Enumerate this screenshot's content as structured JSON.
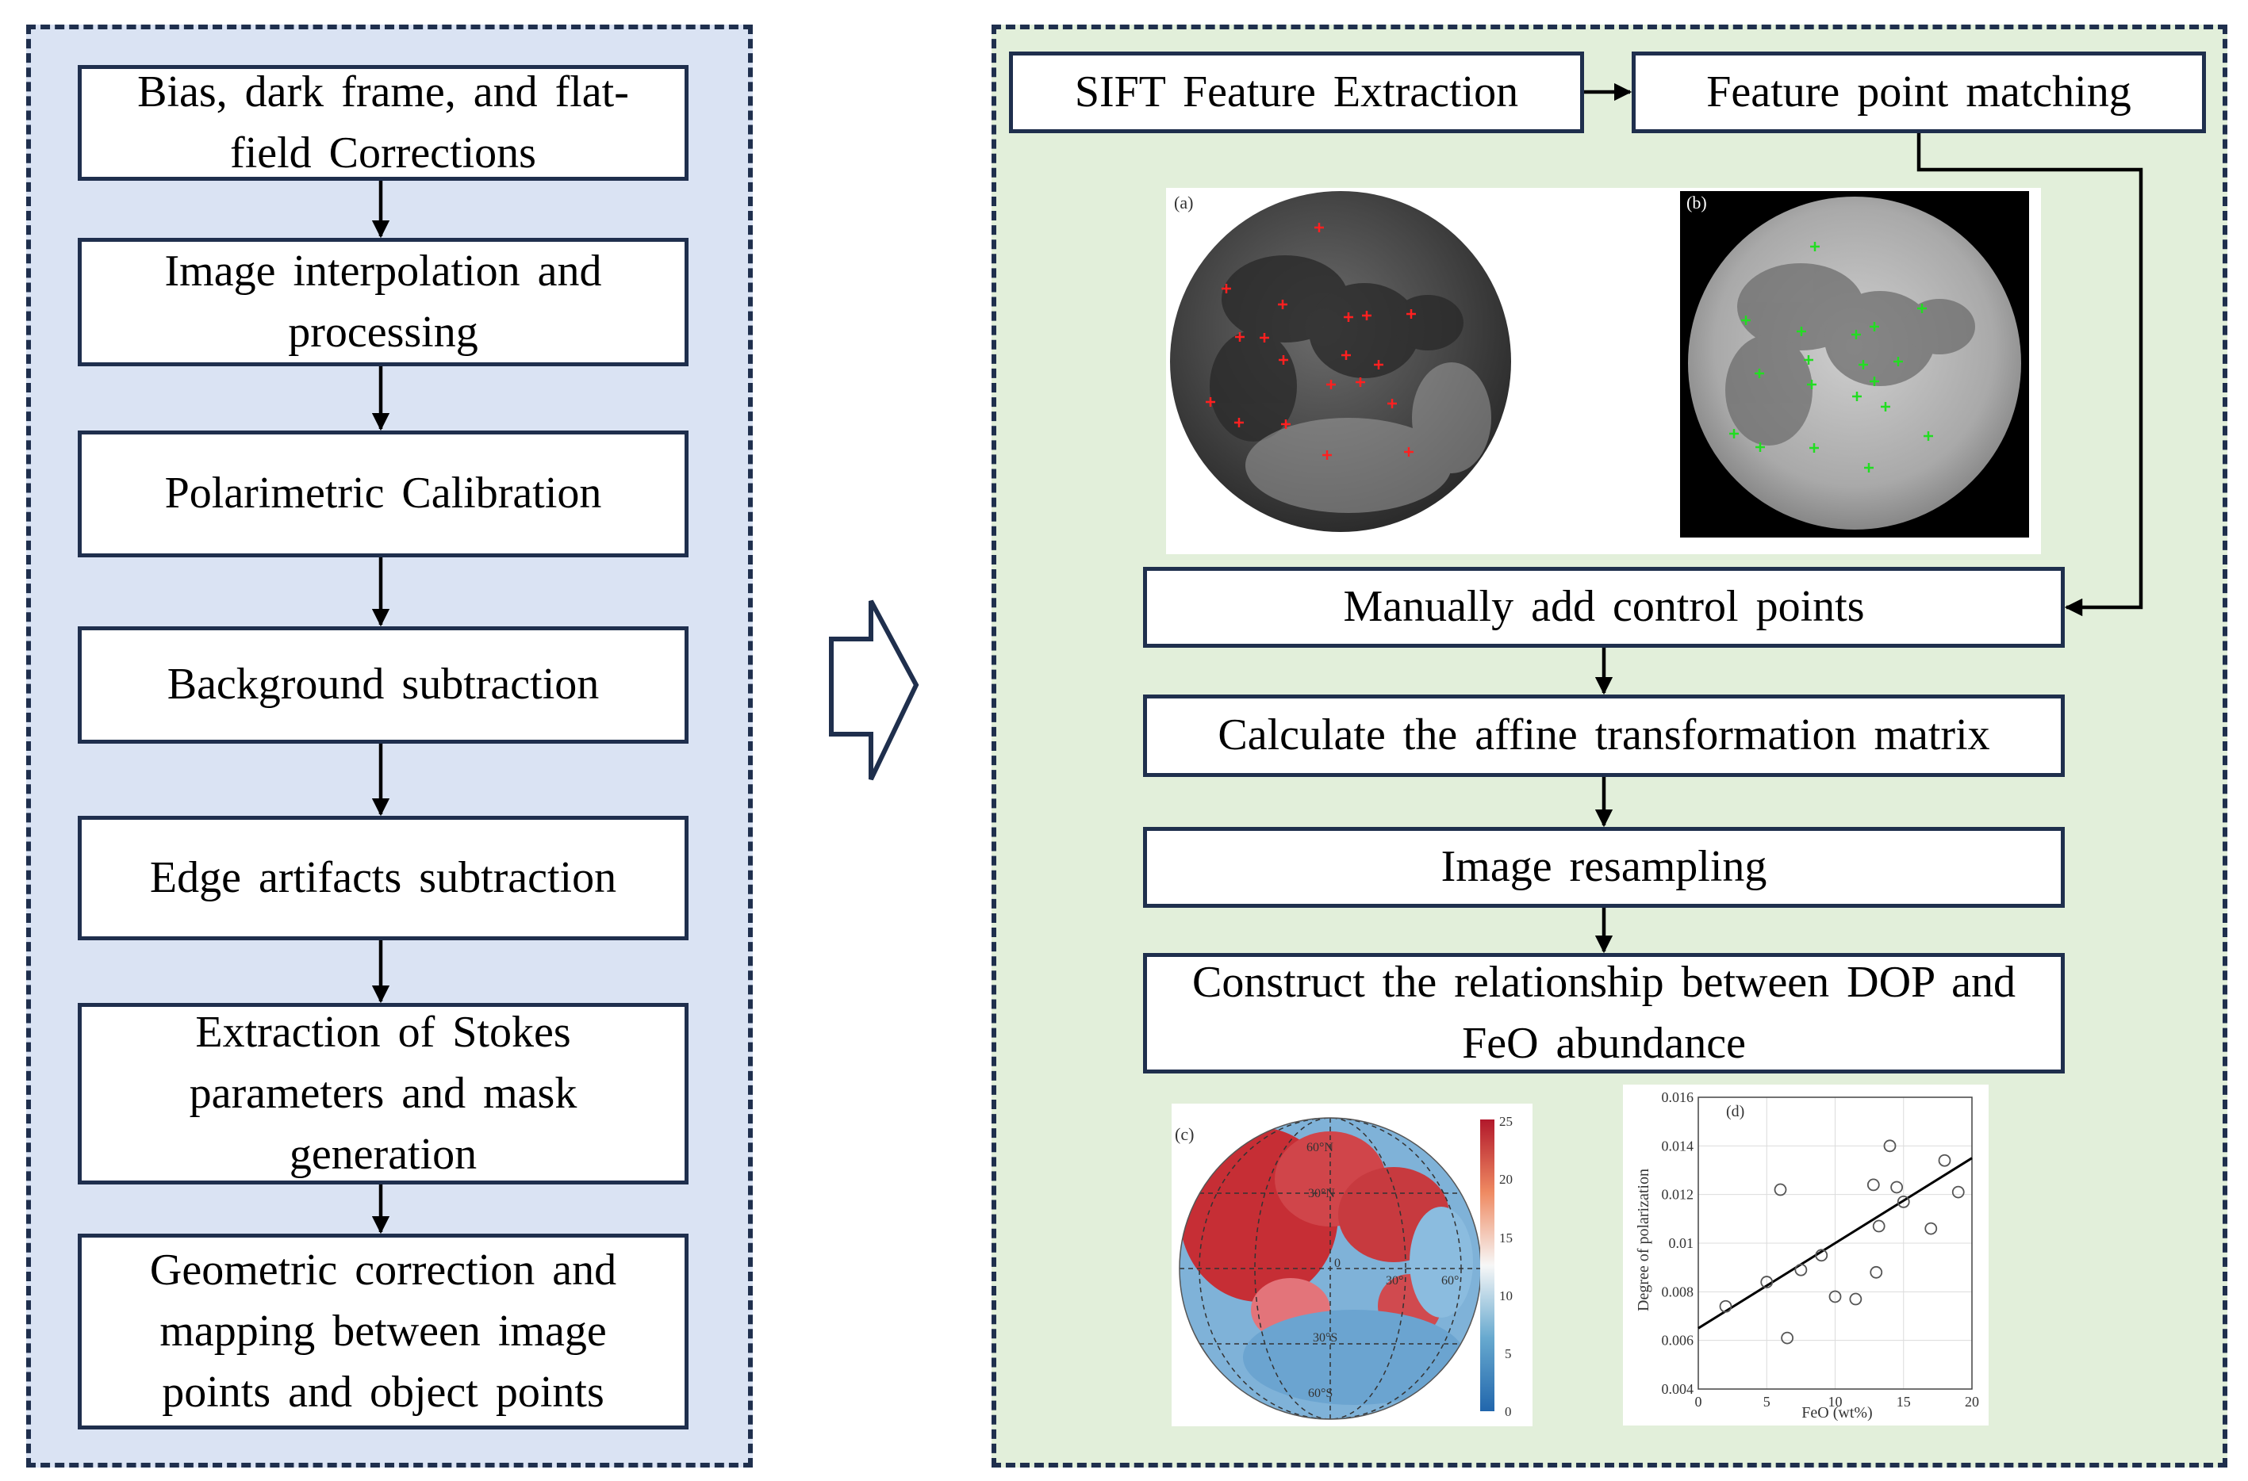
{
  "left_steps": [
    "Bias, dark frame, and flat-field Corrections",
    "Image interpolation and processing",
    "Polarimetric Calibration",
    "Background subtraction",
    "Edge artifacts subtraction",
    "Extraction of Stokes parameters and mask generation",
    "Geometric correction and mapping between image points and object points"
  ],
  "right_top": {
    "sift": "SIFT Feature Extraction",
    "matching": "Feature point matching"
  },
  "right_steps": [
    "Manually add control points",
    "Calculate the affine transformation matrix",
    "Image resampling",
    "Construct the relationship between DOP and FeO abundance"
  ],
  "panels": {
    "a": "(a)",
    "b": "(b)",
    "c": "(c)",
    "d": "(d)"
  },
  "colorbar_ticks": [
    "25",
    "20",
    "15",
    "10",
    "5",
    "0"
  ],
  "map_grid_labels": [
    "60°N",
    "30°N",
    "0",
    "30°S",
    "60°S",
    "30°",
    "60°"
  ],
  "chart_data": {
    "type": "scatter",
    "panel_label": "(d)",
    "xlabel": "FeO (wt%)",
    "ylabel": "Degree of polarization",
    "xlim": [
      0,
      20
    ],
    "ylim": [
      0.004,
      0.016
    ],
    "x_ticks": [
      "0",
      "5",
      "10",
      "15",
      "20"
    ],
    "y_ticks": [
      "0.004",
      "0.006",
      "0.008",
      "0.01",
      "0.012",
      "0.014",
      "0.016"
    ],
    "points": [
      [
        2,
        0.0074
      ],
      [
        5,
        0.0084
      ],
      [
        6.5,
        0.0061
      ],
      [
        7.5,
        0.0089
      ],
      [
        9,
        0.0095
      ],
      [
        10,
        0.0078
      ],
      [
        11.5,
        0.0077
      ],
      [
        6,
        0.0122
      ],
      [
        13,
        0.0088
      ],
      [
        12.8,
        0.0124
      ],
      [
        14,
        0.014
      ],
      [
        14.5,
        0.0123
      ],
      [
        15,
        0.0117
      ],
      [
        13.2,
        0.0107
      ],
      [
        17,
        0.0106
      ],
      [
        18,
        0.0134
      ],
      [
        19,
        0.0121
      ]
    ],
    "fit_line": [
      [
        0,
        0.0065
      ],
      [
        20,
        0.0135
      ]
    ],
    "grid": true
  }
}
